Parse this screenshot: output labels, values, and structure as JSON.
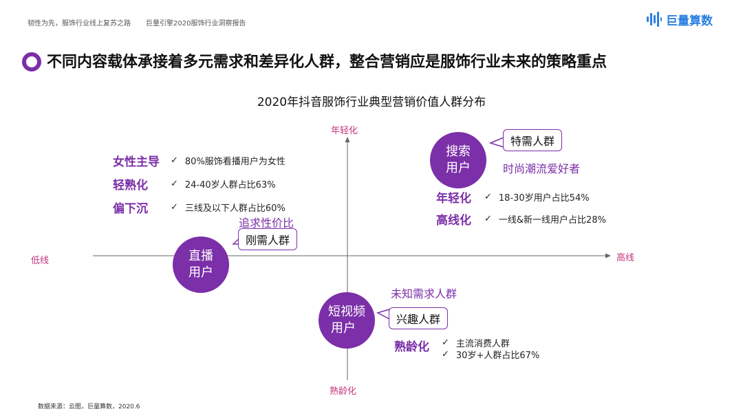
{
  "header": {
    "left_text_1": "韧性为先，服饰行业线上复苏之路",
    "left_text_2": "巨量引擎2020服饰行业洞察报告",
    "logo_text": "巨量算数",
    "logo_icon": "bar-logo-icon"
  },
  "title": "不同内容载体承接着多元需求和差异化人群，整合营销应是服饰行业未来的策略重点",
  "subtitle": "2020年抖音服饰行业典型营销价值人群分布",
  "axes": {
    "top": "年轻化",
    "bottom": "熟龄化",
    "left": "低线",
    "right": "高线"
  },
  "groups": {
    "live": {
      "circle_line1": "直播",
      "circle_line2": "用户",
      "bubble": "刚需人群",
      "caption": "追求性价比",
      "tags": [
        {
          "tag": "女性主导",
          "check": "✓",
          "text": "80%服饰看播用户为女性"
        },
        {
          "tag": "轻熟化",
          "check": "✓",
          "text": "24-40岁人群占比63%"
        },
        {
          "tag": "偏下沉",
          "check": "✓",
          "text": "三线及以下人群占比60%"
        }
      ]
    },
    "search": {
      "circle_line1": "搜索",
      "circle_line2": "用户",
      "bubble": "特需人群",
      "caption": "时尚潮流爱好者",
      "tags": [
        {
          "tag": "年轻化",
          "check": "✓",
          "text": "18-30岁用户占比54%"
        },
        {
          "tag": "高线化",
          "check": "✓",
          "text": "一线&新一线用户占比28%"
        }
      ]
    },
    "short_video": {
      "circle_line1": "短视频",
      "circle_line2": "用户",
      "bubble": "兴趣人群",
      "caption": "未知需求人群",
      "tag": "熟龄化",
      "items": [
        {
          "check": "✓",
          "text": "主流消费人群"
        },
        {
          "check": "✓",
          "text": "30岁+人群占比67%"
        }
      ]
    }
  },
  "source": "数据来源：云图，巨量算数，2020.6",
  "colors": {
    "accent": "#7b2fa8",
    "axis_label": "#c2357a",
    "logo": "#2a7fe0"
  }
}
